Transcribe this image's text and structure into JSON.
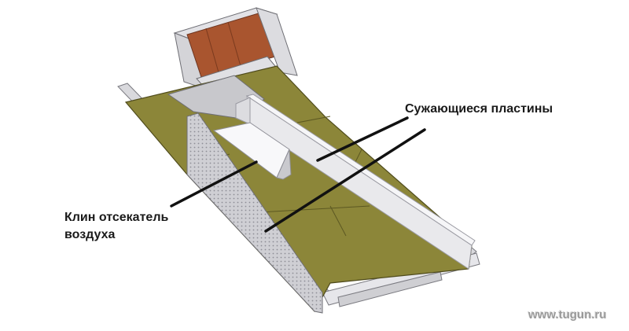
{
  "labels": {
    "plates": "Сужающиеся пластины",
    "wedge_line1": "Клин отсекатель",
    "wedge_line2": "воздуха"
  },
  "watermark": "www.tugun.ru",
  "colors": {
    "board": "#8c8639",
    "board_dark": "#6f6a2a",
    "plate": "#e9e9ec",
    "plate_edge": "#9a9aa2",
    "wood": "#a9552f",
    "rail": "#d8d8dc",
    "leader": "#111111"
  }
}
